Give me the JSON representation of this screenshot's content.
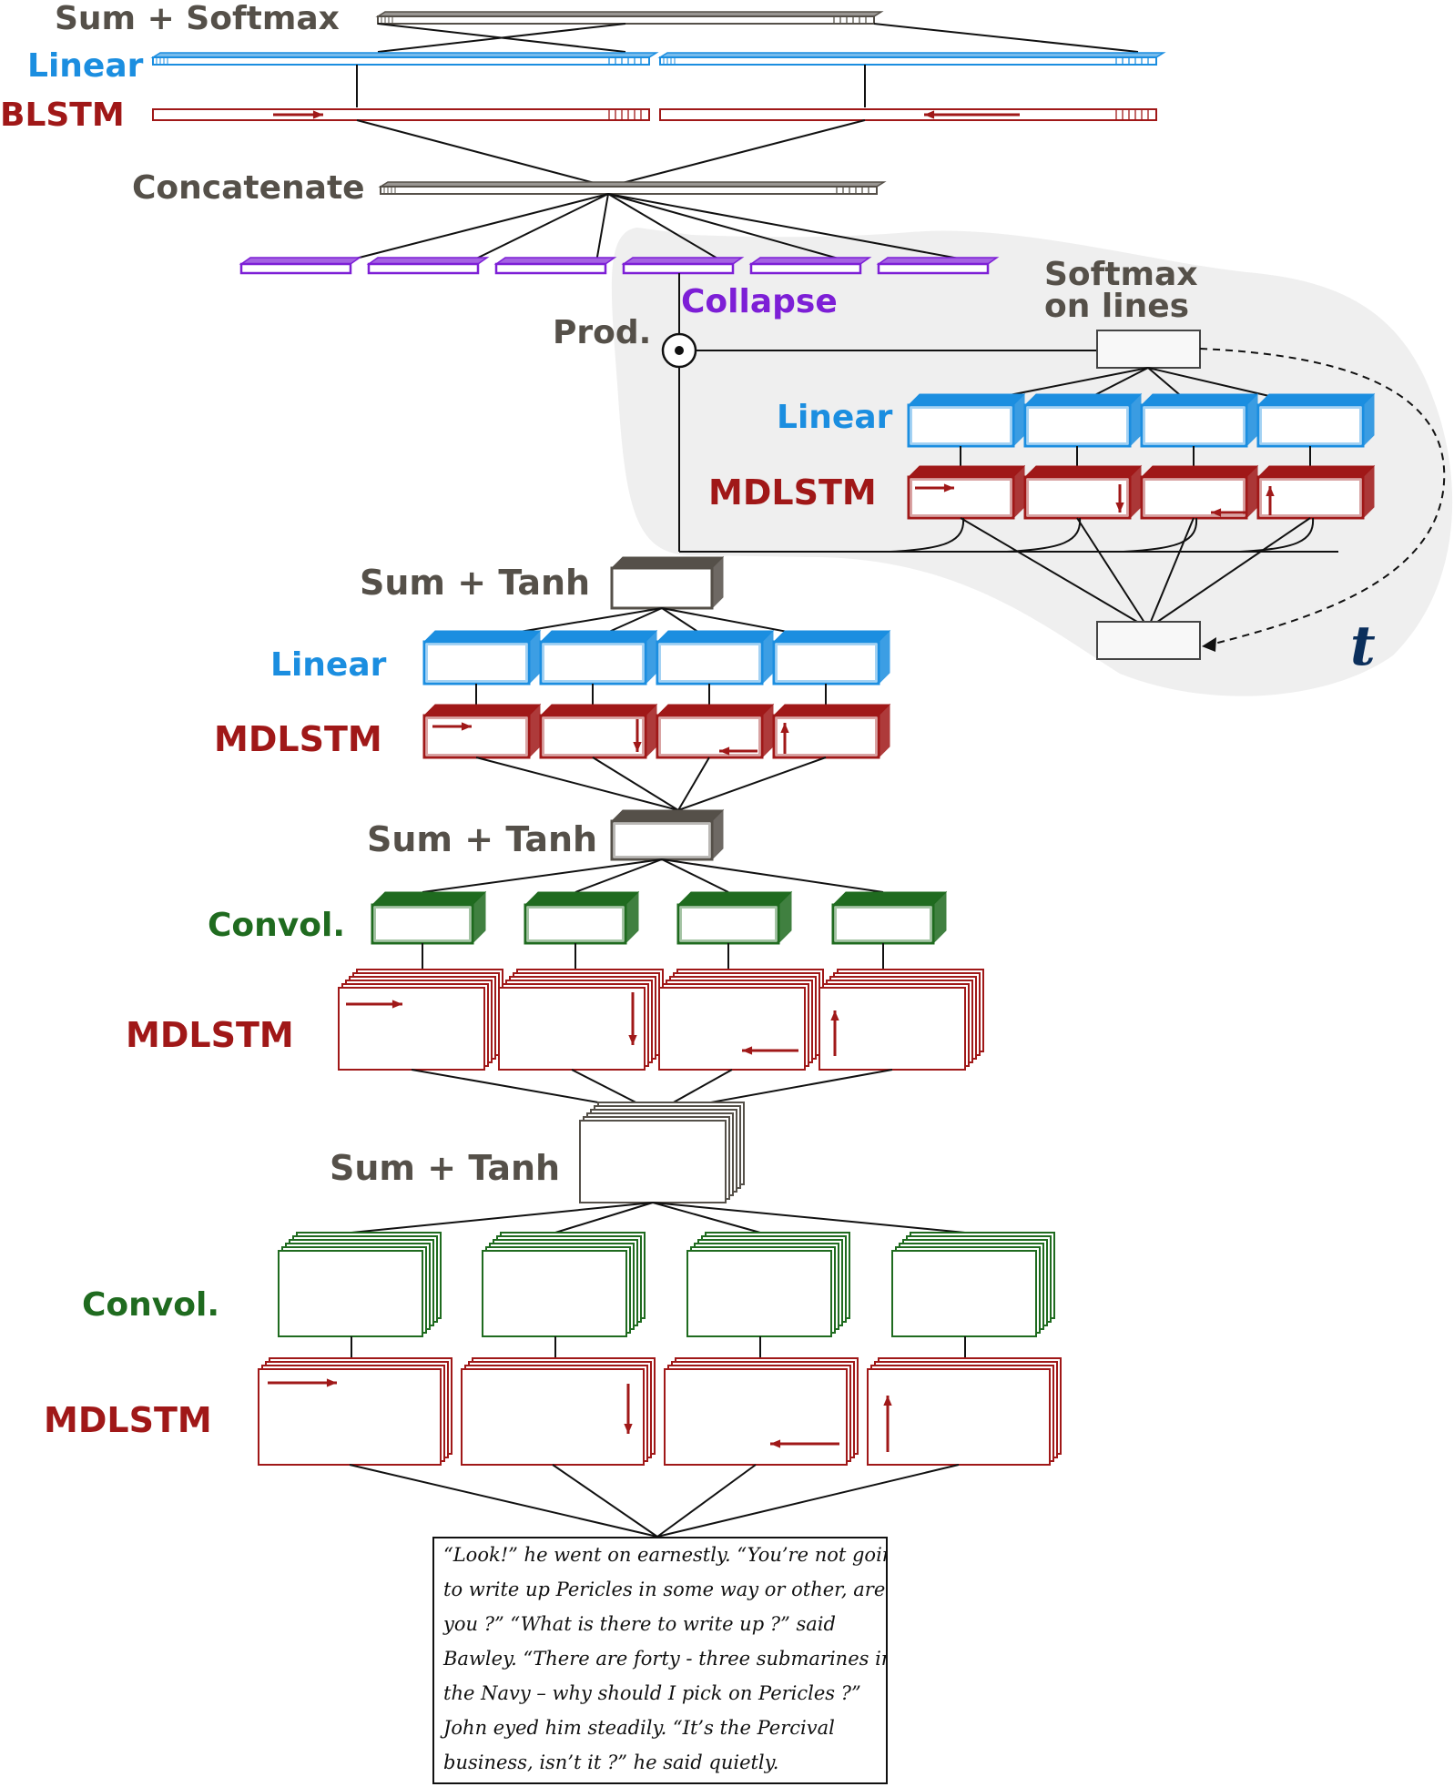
{
  "labels": {
    "sum_softmax": "Sum + Softmax",
    "linear": "Linear",
    "blstm": "BLSTM",
    "concatenate": "Concatenate",
    "collapse": "Collapse",
    "prod": "Prod.",
    "softmax_line1": "Softmax",
    "softmax_line2": "on lines",
    "mdlstm": "MDLSTM",
    "sum_tanh": "Sum + Tanh",
    "convol": "Convol.",
    "t": "t"
  },
  "colors": {
    "gray": "#555049",
    "blue": "#1b8ee0",
    "red": "#a01818",
    "purple": "#7d1fd6",
    "green": "#1f6b1f",
    "attention_bg": "#efefef",
    "t_color": "#0b2f5c"
  },
  "icons": {
    "product": "circled-dot-icon",
    "direction": "arrow-icon"
  },
  "handwriting": [
    "“Look!” he went on earnestly. “You’re not going",
    "to write up Pericles in some way or other, are",
    "you ?”   “What is there to write up ?” said",
    "Bawley. “There are forty - three submarines in",
    "the Navy – why should I pick on Pericles ?”",
    "John eyed him steadily. “It’s the Percival",
    "business, isn’t it ?” he said quietly."
  ]
}
